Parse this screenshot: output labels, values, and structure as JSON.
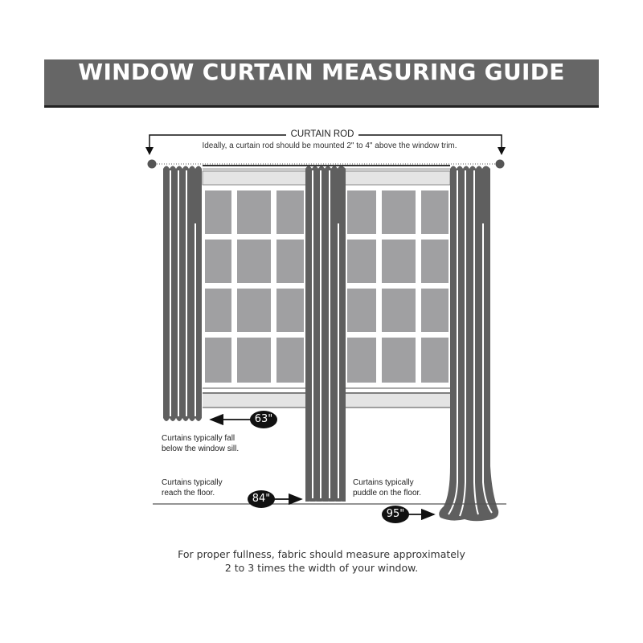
{
  "header": {
    "title": "WINDOW CURTAIN MEASURING GUIDE"
  },
  "rod": {
    "label": "CURTAIN ROD",
    "note": "Ideally, a curtain rod should be mounted 2\" to 4\" above the window trim."
  },
  "measurements": [
    {
      "length": "63\"",
      "description_line1": "Curtains typically fall",
      "description_line2": "below the window sill."
    },
    {
      "length": "84\"",
      "description_line1": "Curtains typically",
      "description_line2": "reach the floor."
    },
    {
      "length": "95\"",
      "description_line1": "Curtains typically",
      "description_line2": "puddle on the floor."
    }
  ],
  "footer": {
    "line1": "For proper fullness, fabric should measure approximately",
    "line2": "2 to 3 times the width of your window."
  },
  "colors": {
    "banner": "#666666",
    "curtain": "#5f5f5f",
    "pane": "#a0a0a2",
    "badge": "#111111"
  }
}
